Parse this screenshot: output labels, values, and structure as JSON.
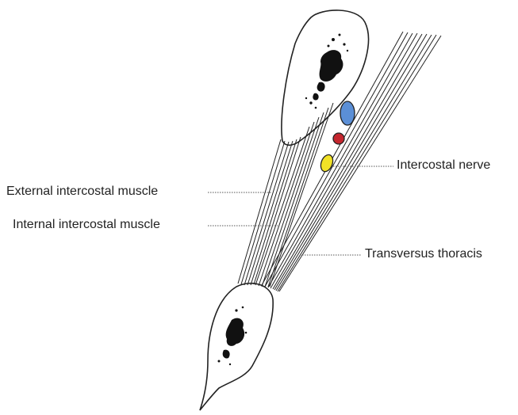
{
  "labels": {
    "external_intercostal_muscle": "External intercostal muscle",
    "internal_intercostal_muscle": "Internal intercostal muscle",
    "intercostal_nerve": "Intercostal nerve",
    "transversus_thoracis": "Transversus thoracis"
  },
  "colors": {
    "vein": "#5b8fd6",
    "artery": "#c4262e",
    "nerve": "#f2e227",
    "outline": "#222222",
    "leader": "#555555"
  }
}
